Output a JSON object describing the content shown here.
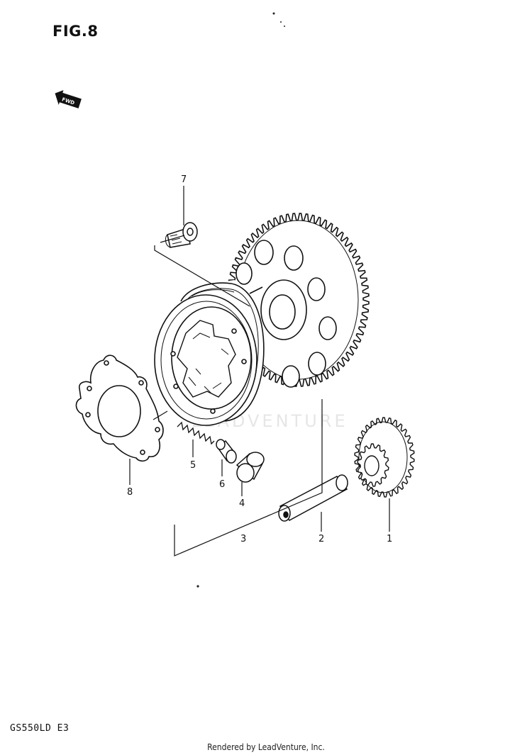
{
  "figure": {
    "title": "FIG.8",
    "model": "GS550LD E3",
    "forward_marker": "FWD",
    "watermark": "LEADVENTURE"
  },
  "footer": "Rendered by LeadVenture, Inc.",
  "parts": [
    {
      "ref": "1"
    },
    {
      "ref": "2"
    },
    {
      "ref": "3"
    },
    {
      "ref": "4"
    },
    {
      "ref": "5"
    },
    {
      "ref": "6"
    },
    {
      "ref": "7"
    },
    {
      "ref": "8"
    }
  ]
}
